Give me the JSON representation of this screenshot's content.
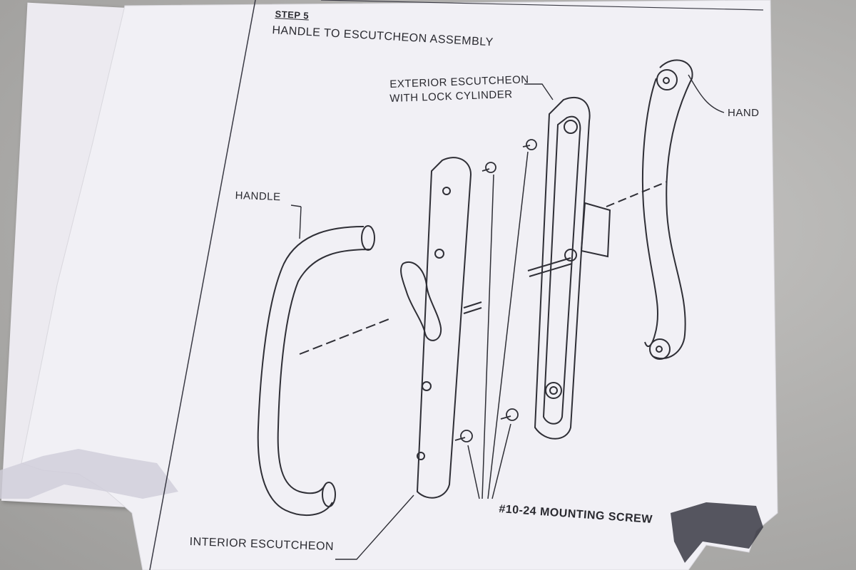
{
  "diagram": {
    "step": "STEP 5",
    "title": "HANDLE TO ESCUTCHEON ASSEMBLY",
    "labels": {
      "exterior_line1": "EXTERIOR ESCUTCHEON",
      "exterior_line2": "WITH LOCK CYLINDER",
      "handle_left": "HANDLE",
      "handle_right": "HAND",
      "interior": "INTERIOR ESCUTCHEON",
      "screws": "#10-24 MOUNTING SCREW"
    }
  },
  "colors": {
    "paper": "#f1f0f5",
    "ink": "#2a2a30",
    "background": "#adacaa"
  }
}
